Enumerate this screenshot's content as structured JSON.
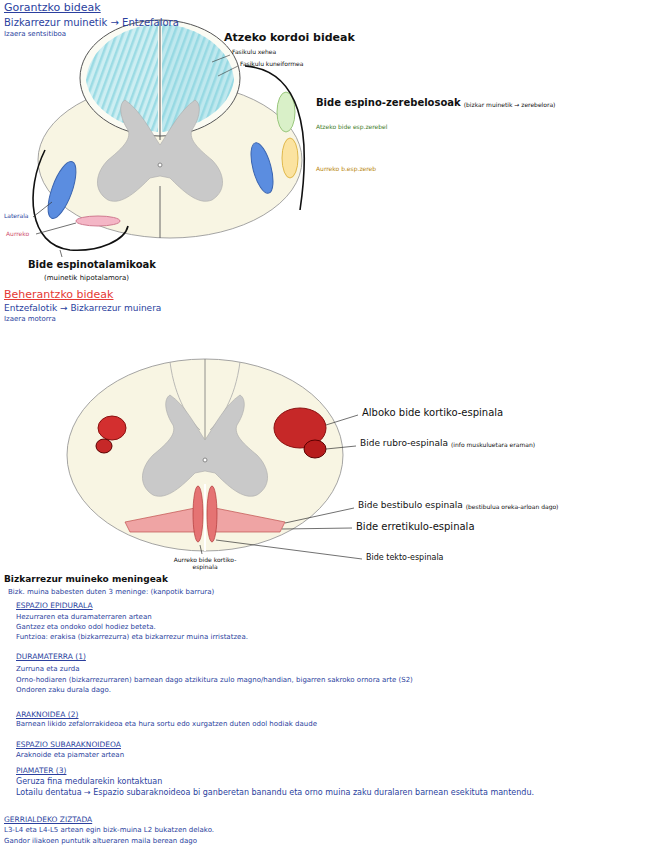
{
  "diagram": {
    "title": "Gorantzko bideak",
    "labels": [
      "Bizkarrezur muinetik → Entzefalora",
      "Izaera sentsitiboa",
      "Atzeko kordoi bideak",
      "Fasikulu xehea",
      "Fasikulu kuneiformea",
      "Bide espino-zerebelosoak",
      "(bizkar muinetik → zerebelora)",
      "Atzeko bide esp.zerebel",
      "Aurreko b.esp.zereb",
      "Laterala",
      "Aurreko",
      "Bide espinotalamikoak",
      "(muinetik hipotalamora)",
      "Beherantzko bideak",
      "Entzefalotik → Bizkarrezur muinera",
      "Izaera motorra",
      "Alboko bide kortiko-espinala",
      "Bide rubro-espinala",
      "(info muskuluetara eraman)",
      "Bide bestibulo espinala",
      "(bestibulua oreka-arloan dago)",
      "Bide erretikulo-espinala",
      "Aurreko bide kortiko-espinala",
      "Bide tekto-espinala",
      "Bizkarrezur muineko meningeak",
      "Bizk. muina babesten duten 3 meninge: (kanpotik barrura)",
      "ESPAZIO EPIDURALA",
      "Hezurraren eta duramaterraren artean",
      "Gantzez eta ondoko odol hodiez beteta.",
      "Funtzioa: erakisa (bizkarrezurra) eta bizkarrezur muina irristatzea.",
      "DURAMATERRA (1)",
      "Zurruna eta zurda",
      "Orno-hodiaren (bizkarrezurraren) barnean dago atzikitura zulo magno/handian, bigarren sakroko ornora arte (S2)",
      "Ondoren zaku durala dago.",
      "ARAKNOIDEA (2)",
      "Barnean likido zefalorrakideoa eta hura sortu edo xurgatzen duten odol hodiak daude",
      "ESPAZIO SUBARAKNOIDEOA",
      "Araknoide eta piamater artean",
      "PIAMATER (3)",
      "Geruza fina medularekin kontaktuan",
      "Lotailu dentatua → Espazio subaraknoideoa bi ganberetan banandu eta orno muina zaku duralaren barnean esekituta mantendu.",
      "GERRIALDEKO ZIZTADA",
      "L3-L4 eta L4-L5 artean egin bizk-muina L2 bukatzen delako.",
      "Gandor iliakoen puntutik altueraren maila berean dago"
    ]
  }
}
